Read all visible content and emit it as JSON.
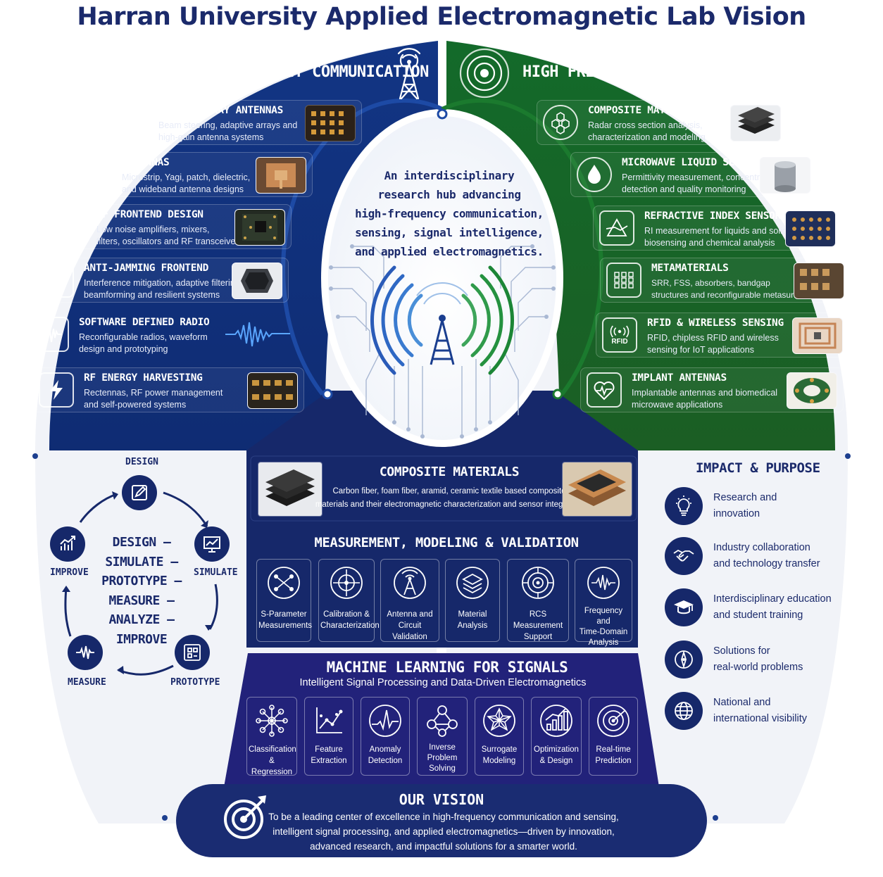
{
  "title": "Harran University Applied Electromagnetic Lab Vision",
  "left_panel": {
    "header": "HIGH FREQUENCY COMMUNICATION",
    "items": [
      {
        "title": "PHASED ARRAY ANTENNAS",
        "desc1": "Beam steering, adaptive arrays and",
        "desc2": "high-gain antenna systems",
        "icon": "phased-array-icon"
      },
      {
        "title": "ANTENNAS",
        "desc1": "Microstrip, Yagi, patch, dielectric,",
        "desc2": "and wideband antenna designs",
        "icon": "antenna-icon"
      },
      {
        "title": "RF FRONTEND DESIGN",
        "desc1": "Low noise amplifiers, mixers,",
        "desc2": "filters, oscillators and RF transceivers",
        "icon": "chip-icon"
      },
      {
        "title": "ANTI-JAMMING FRONTEND",
        "desc1": "Interference mitigation, adaptive filtering,",
        "desc2": "beamforming and resilient systems",
        "icon": "shield-icon"
      },
      {
        "title": "SOFTWARE DEFINED RADIO",
        "desc1": "Reconfigurable radios, waveform",
        "desc2": "design and prototyping",
        "icon": "waveform-icon"
      },
      {
        "title": "RF ENERGY HARVESTING",
        "desc1": "Rectennas, RF power management",
        "desc2": "and self-powered systems",
        "icon": "lightning-icon"
      }
    ]
  },
  "right_panel": {
    "header": "HIGH FREQUENCY SENSING",
    "items": [
      {
        "title": "COMPOSITE MATERIALS & RCS",
        "desc1": "Radar cross section analysis,",
        "desc2": "characterization and modeling",
        "icon": "hexagon-icon"
      },
      {
        "title": "MICROWAVE LIQUID SENSORS",
        "desc1": "Permittivity measurement, concentration",
        "desc2": "detection and quality monitoring",
        "icon": "droplet-icon"
      },
      {
        "title": "REFRACTIVE INDEX SENSORS",
        "desc1": "RI measurement for liquids and solids,",
        "desc2": "biosensing and chemical analysis",
        "icon": "prism-icon"
      },
      {
        "title": "METAMATERIALS",
        "desc1": "SRR, FSS, absorbers, bandgap",
        "desc2": "structures and reconfigurable metasurfaces",
        "icon": "grid-icon"
      },
      {
        "title": "RFID & WIRELESS SENSING",
        "desc1": "RFID, chipless RFID and wireless",
        "desc2": "sensing for IoT applications",
        "icon": "rfid-icon",
        "icon_text": "RFID"
      },
      {
        "title": "IMPLANT ANTENNAS",
        "desc1": "Implantable antennas and biomedical",
        "desc2": "microwave applications",
        "icon": "heart-icon"
      }
    ]
  },
  "hub": {
    "lines": [
      "An interdisciplinary",
      "research hub advancing",
      "high-frequency communication,",
      "sensing, signal intelligence,",
      "and applied electromagnetics."
    ]
  },
  "composite": {
    "title": "COMPOSITE MATERIALS",
    "line1": "Carbon fiber, foam fiber, aramid, ceramic textile based composite",
    "line2": "materials and their electromagnetic characterization and sensor integration"
  },
  "measurement": {
    "title": "MEASUREMENT, MODELING & VALIDATION",
    "tiles": [
      {
        "l1": "S-Parameter",
        "l2": "Measurements",
        "icon": "network-icon"
      },
      {
        "l1": "Calibration &",
        "l2": "Characterization",
        "icon": "crosshair-icon"
      },
      {
        "l1": "Antenna and",
        "l2": "Circuit Validation",
        "icon": "tower-icon"
      },
      {
        "l1": "Material",
        "l2": "Analysis",
        "icon": "layers-icon"
      },
      {
        "l1": "RCS Measurement",
        "l2": "Support",
        "icon": "target-icon"
      },
      {
        "l1": "Frequency and",
        "l2": "Time-Domain",
        "l3": "Analysis",
        "icon": "signal-icon"
      }
    ]
  },
  "ml": {
    "title": "MACHINE LEARNING FOR SIGNALS",
    "subtitle": "Intelligent Signal Processing and Data-Driven Electromagnetics",
    "tiles": [
      {
        "l1": "Classification &",
        "l2": "Regression",
        "icon": "neural-network-icon"
      },
      {
        "l1": "Feature",
        "l2": "Extraction",
        "icon": "scatter-plot-icon"
      },
      {
        "l1": "Anomaly",
        "l2": "Detection",
        "icon": "anomaly-icon"
      },
      {
        "l1": "Inverse",
        "l2": "Problem",
        "l3": "Solving",
        "icon": "nodes-icon"
      },
      {
        "l1": "Surrogate",
        "l2": "Modeling",
        "icon": "mesh-icon"
      },
      {
        "l1": "Optimization",
        "l2": "& Design",
        "icon": "bar-chart-icon"
      },
      {
        "l1": "Real-time",
        "l2": "Prediction",
        "icon": "radar-icon"
      }
    ]
  },
  "cycle": {
    "labels": {
      "design": "DESIGN",
      "simulate": "SIMULATE",
      "prototype": "PROTOTYPE",
      "measure": "MEASURE",
      "improve": "IMPROVE"
    },
    "center": [
      "DESIGN –",
      "SIMULATE –",
      "PROTOTYPE –",
      "MEASURE –",
      "ANALYZE –",
      "IMPROVE"
    ]
  },
  "impact": {
    "title": "IMPACT & PURPOSE",
    "items": [
      {
        "text": "Research and\ninnovation",
        "icon": "lightbulb-icon"
      },
      {
        "text": "Industry collaboration\nand technology transfer",
        "icon": "handshake-icon"
      },
      {
        "text": "Interdisciplinary education\nand student training",
        "icon": "graduation-cap-icon"
      },
      {
        "text": "Solutions for\nreal-world problems",
        "icon": "compass-icon"
      },
      {
        "text": "National and\ninternational visibility",
        "icon": "globe-icon"
      }
    ]
  },
  "vision": {
    "title": "OUR VISION",
    "lines": [
      "To be a leading center of excellence in high-frequency communication and sensing,",
      "intelligent signal processing, and applied electromagnetics—driven by innovation,",
      "advanced research, and impactful solutions for a smarter world."
    ]
  },
  "colors": {
    "navy": "#16286a",
    "blue_panel": "#12337e",
    "green_panel": "#17682a",
    "indigo": "#22227a",
    "text_dark": "#1b2a6b"
  }
}
